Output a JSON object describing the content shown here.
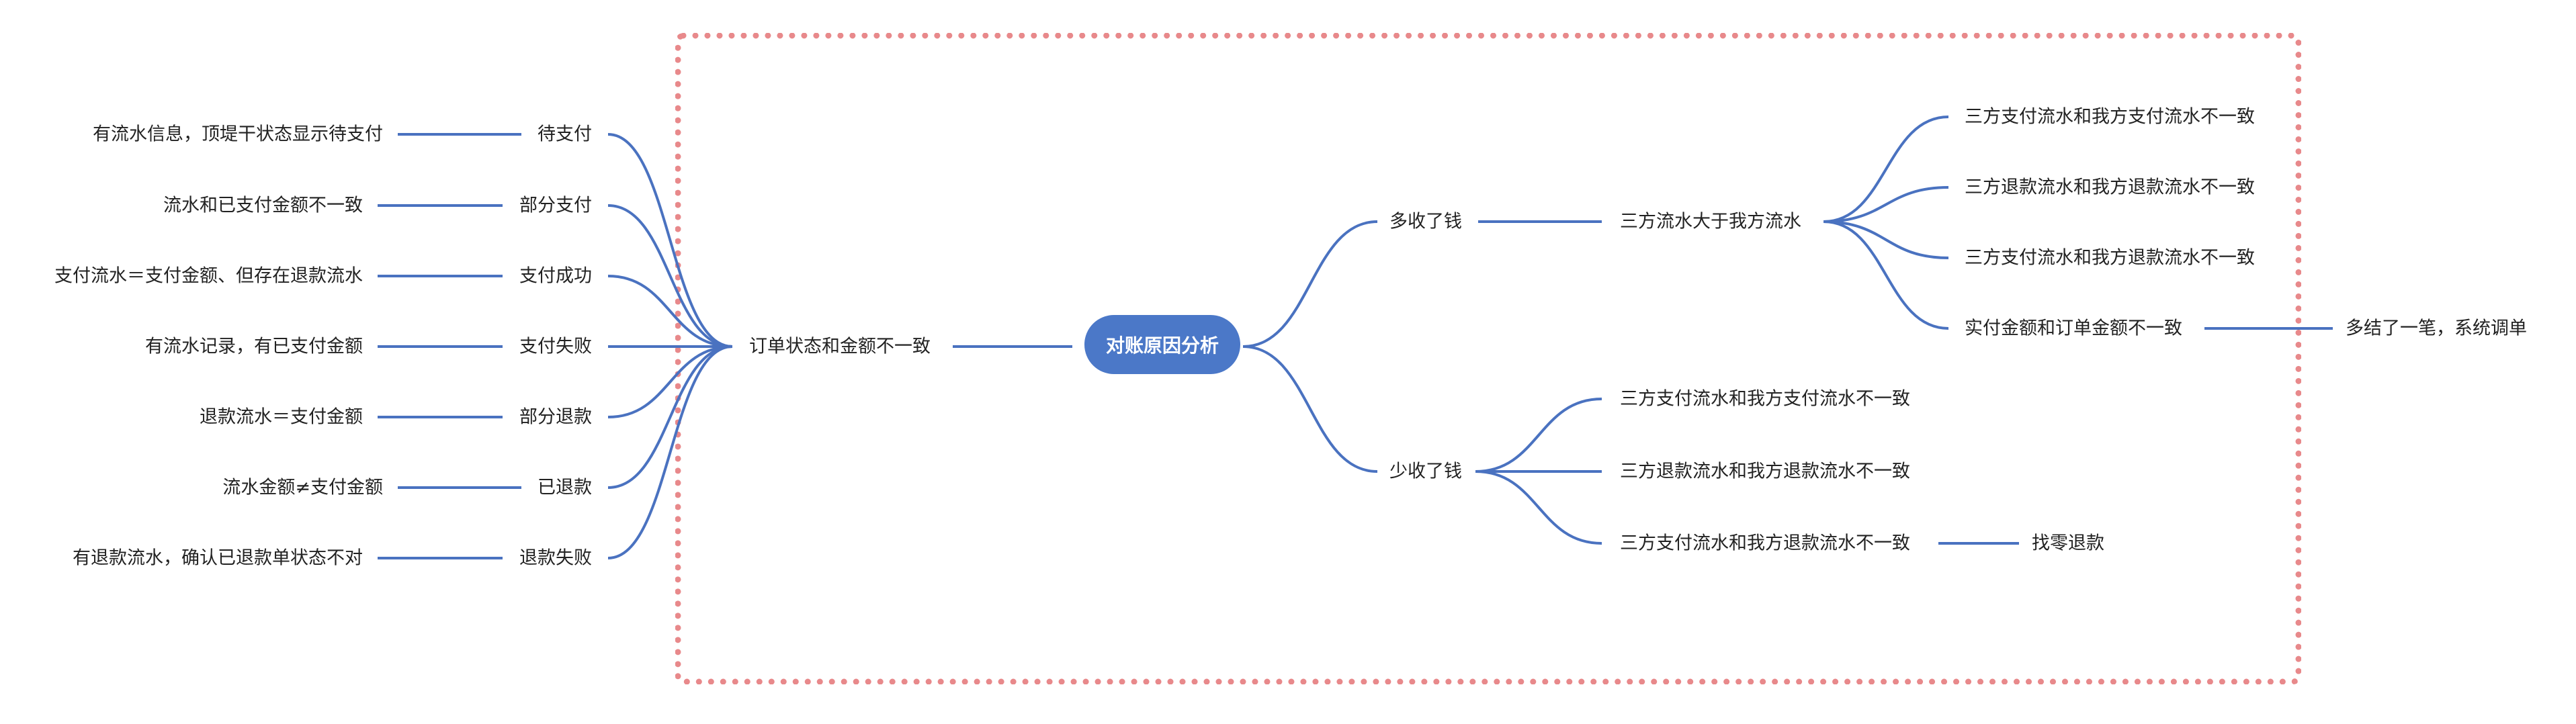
{
  "root": "对账原因分析",
  "colors": {
    "line": "#4a72c0",
    "root_fill": "#4b78c8",
    "frame": "#e8898b"
  },
  "left": {
    "branch": "订单状态和金额不一致",
    "items": [
      {
        "status": "待支付",
        "detail": "有流水信息，顶堤干状态显示待支付"
      },
      {
        "status": "部分支付",
        "detail": "流水和已支付金额不一致"
      },
      {
        "status": "支付成功",
        "detail": "支付流水＝支付金额、但存在退款流水"
      },
      {
        "status": "支付失败",
        "detail": "有流水记录，有已支付金额"
      },
      {
        "status": "部分退款",
        "detail": "退款流水＝支付金额"
      },
      {
        "status": "已退款",
        "detail": "流水金额≠支付金额"
      },
      {
        "status": "退款失败",
        "detail": "有退款流水，确认已退款单状态不对"
      }
    ]
  },
  "right": {
    "over": {
      "label": "多收了钱",
      "child": "三方流水大于我方流水",
      "leaves": [
        "三方支付流水和我方支付流水不一致",
        "三方退款流水和我方退款流水不一致",
        "三方支付流水和我方退款流水不一致",
        "实付金额和订单金额不一致"
      ],
      "leaf_result": "多结了一笔，系统调单"
    },
    "under": {
      "label": "少收了钱",
      "leaves": [
        "三方支付流水和我方支付流水不一致",
        "三方退款流水和我方退款流水不一致",
        "三方支付流水和我方退款流水不一致"
      ],
      "leaf_result": "找零退款"
    }
  }
}
